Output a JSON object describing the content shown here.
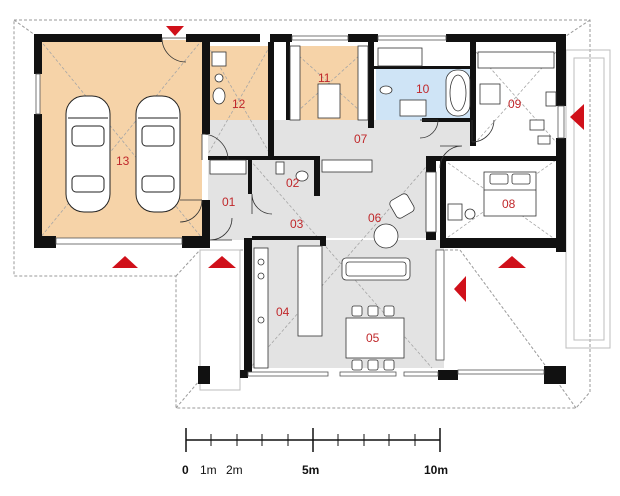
{
  "rooms": [
    {
      "id": "r01",
      "label": "01"
    },
    {
      "id": "r02",
      "label": "02"
    },
    {
      "id": "r03",
      "label": "03"
    },
    {
      "id": "r04",
      "label": "04"
    },
    {
      "id": "r05",
      "label": "05"
    },
    {
      "id": "r06",
      "label": "06"
    },
    {
      "id": "r07",
      "label": "07"
    },
    {
      "id": "r08",
      "label": "08"
    },
    {
      "id": "r09",
      "label": "09"
    },
    {
      "id": "r10",
      "label": "10"
    },
    {
      "id": "r11",
      "label": "11"
    },
    {
      "id": "r12",
      "label": "12"
    },
    {
      "id": "r13",
      "label": "13"
    }
  ],
  "scale": {
    "labels": [
      "0",
      "1m",
      "2m",
      "5m",
      "10m"
    ]
  },
  "colors": {
    "wall": "#111111",
    "garage_floor": "#f6d3a8",
    "service_floor": "#f6d3a8",
    "bath_floor": "#cfe4f6",
    "hall_floor": "#e2e2e2",
    "arrow": "#d0101a",
    "room_number": "#c0282b"
  },
  "icons": [
    "entrance-arrow-icon",
    "car-icon",
    "sofa-icon",
    "bed-icon",
    "bathtub-icon",
    "table-icon"
  ]
}
